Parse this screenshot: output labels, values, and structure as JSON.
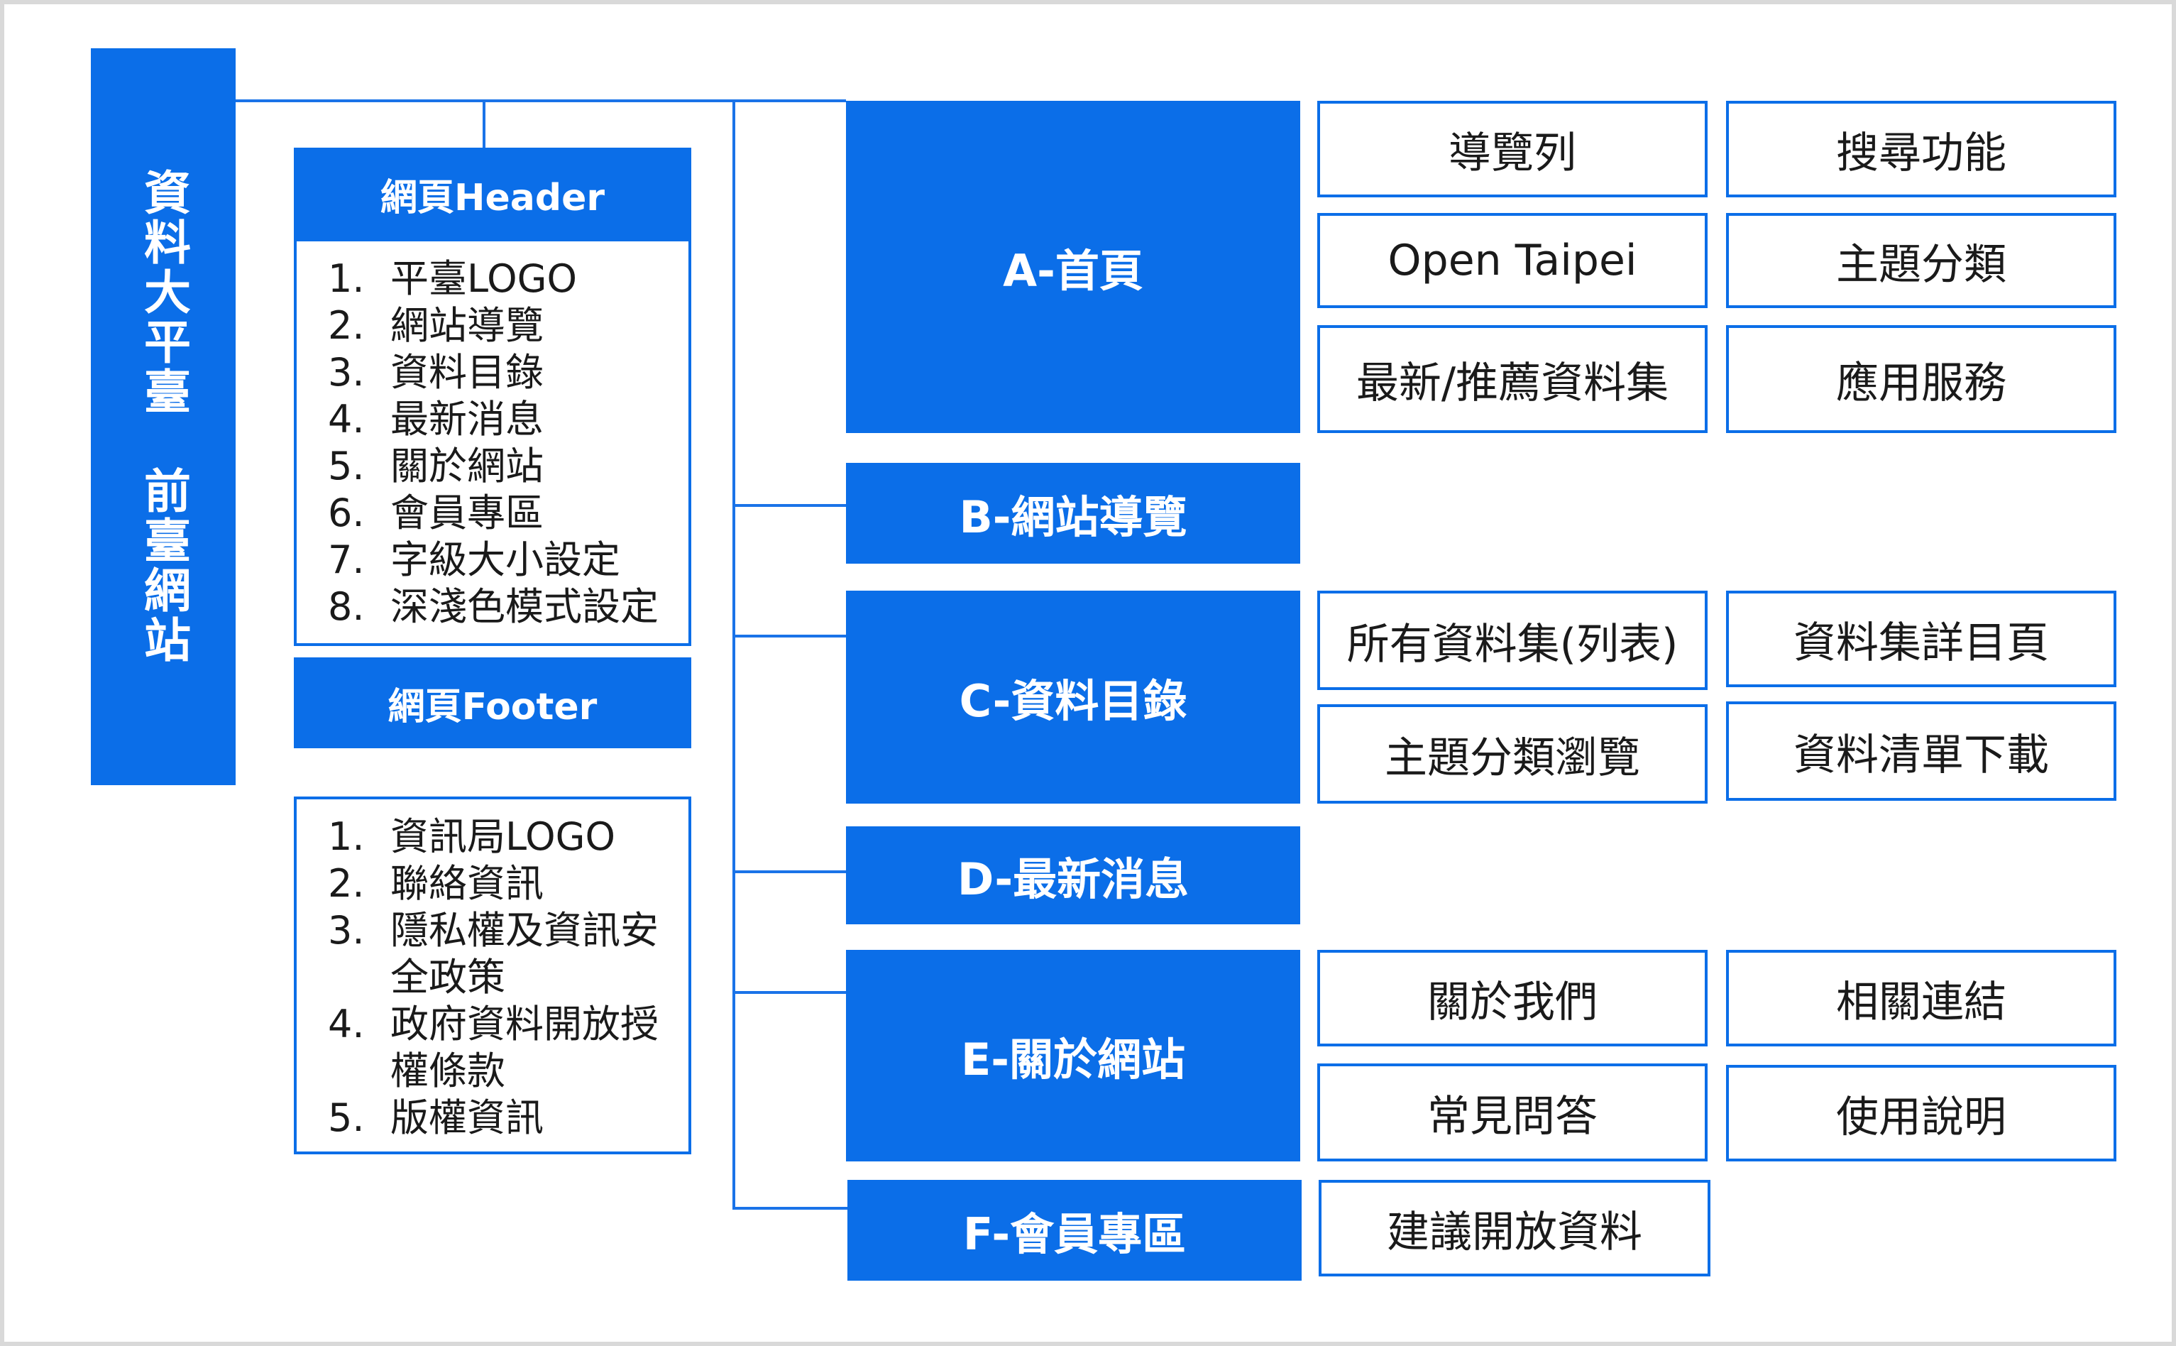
{
  "root": {
    "title": "資料大平臺　前臺網站"
  },
  "header": {
    "title": "網頁Header",
    "items": [
      "平臺LOGO",
      "網站導覽",
      "資料目錄",
      "最新消息",
      "關於網站",
      "會員專區",
      "字級大小設定",
      "深淺色模式設定"
    ]
  },
  "footer": {
    "title": "網頁Footer",
    "items": [
      "資訊局LOGO",
      "聯絡資訊",
      "隱私權及資訊安全政策",
      "政府資料開放授權條款",
      "版權資訊"
    ]
  },
  "sections": [
    {
      "label": "A-首頁",
      "children": [
        "導覽列",
        "搜尋功能",
        "Open Taipei",
        "主題分類",
        "最新/推薦資料集",
        "應用服務"
      ]
    },
    {
      "label": "B-網站導覽",
      "children": []
    },
    {
      "label": "C-資料目錄",
      "children": [
        "所有資料集(列表)",
        "資料集詳目頁",
        "主題分類瀏覽",
        "資料清單下載"
      ]
    },
    {
      "label": "D-最新消息",
      "children": []
    },
    {
      "label": "E-關於網站",
      "children": [
        "關於我們",
        "相關連結",
        "常見問答",
        "使用說明"
      ]
    },
    {
      "label": "F-會員專區",
      "children": [
        "建議開放資料"
      ]
    }
  ],
  "colors": {
    "primary": "#0b6ee8",
    "line": "#1a73e8",
    "frame": "#d9d9d9"
  }
}
